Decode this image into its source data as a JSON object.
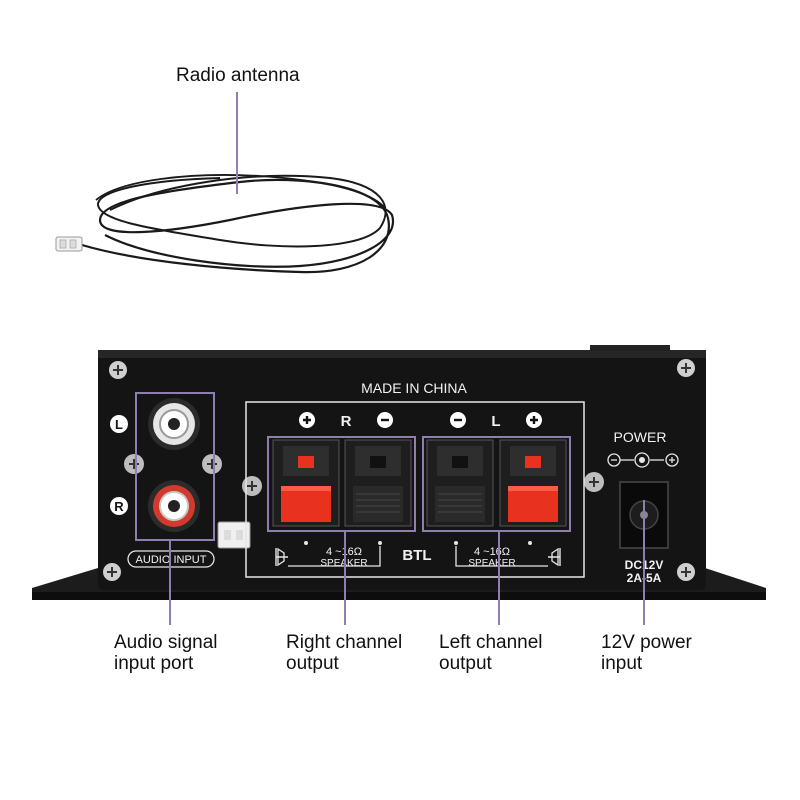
{
  "callouts": {
    "antenna": "Radio antenna",
    "audio_input": [
      "Audio signal",
      "input port"
    ],
    "right_output": [
      "Right channel",
      "output"
    ],
    "left_output": [
      "Left channel",
      "output"
    ],
    "power_input": [
      "12V power",
      "input"
    ]
  },
  "panel": {
    "made_in": "MADE IN CHINA",
    "power_label": "POWER",
    "dc_spec_1": "DC12V",
    "dc_spec_2": "2A-5A",
    "audio_input_label": "AUDIO INPUT",
    "jack_left": "L",
    "jack_right": "R",
    "channel_r": "R",
    "channel_l": "L",
    "btl": "BTL",
    "impedance_r": "4 ~16Ω",
    "impedance_l": "4 ~16Ω",
    "speaker_r": "SPEAKER",
    "speaker_l": "SPEAKER"
  },
  "colors": {
    "panel": "#141414",
    "terminal_red": "#e8321e",
    "terminal_black": "#2a2a2a",
    "highlight_box": "#8f7fae",
    "silver_trim": "#d9d9d9"
  }
}
